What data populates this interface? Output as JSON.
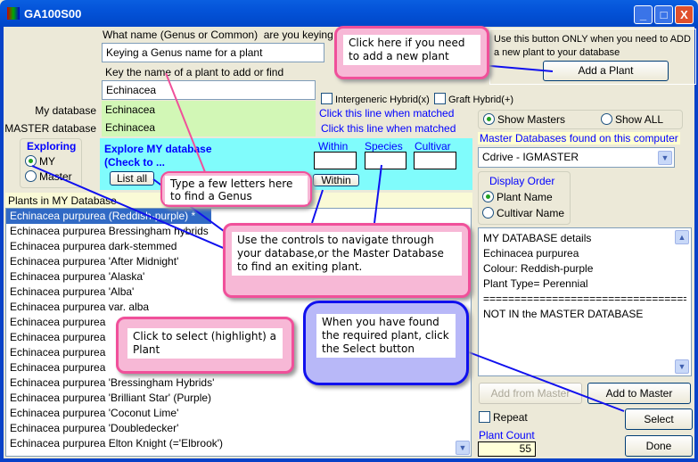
{
  "window": {
    "title": "GA100S00",
    "minimize": "_",
    "maximize": "□",
    "close": "X"
  },
  "search": {
    "prompt_label": "What name (Genus or Common)  are you keying",
    "prompt_value": "Keying a Genus name for a plant",
    "key_label": "Key the name of a plant to add or find",
    "key_value": "Echinacea"
  },
  "matches": {
    "my_label": "My database",
    "my_value": "Echinacea",
    "master_label": "MASTER database",
    "master_value": "Echinacea"
  },
  "hybrid": {
    "intergeneric": "Intergeneric Hybrid(x)",
    "graft": "Graft Hybrid(+)",
    "click_line_1": "Click this line when matched",
    "click_line_2": "Click this line when matched"
  },
  "exploring": {
    "title": "Exploring",
    "options": [
      "MY",
      "Master"
    ],
    "selected": "MY"
  },
  "explore_panel": {
    "heading_1": "Explore MY database",
    "heading_2": "(Check to ...",
    "list_all": "List all",
    "within_label": "Within",
    "species_label": "Species",
    "cultivar_label": "Cultivar",
    "within_button": "Within"
  },
  "add_plant": {
    "note": "Use this button ONLY when you need to ADD a new plant to your database",
    "button": "Add a Plant"
  },
  "show": {
    "options": [
      "Show Masters",
      "Show ALL"
    ],
    "selected": "Show Masters"
  },
  "master_db": {
    "label": "Master Databases found on this computer",
    "selected": "Cdrive - IGMASTER"
  },
  "display_order": {
    "title": "Display Order",
    "options": [
      "Plant Name",
      "Cultivar Name"
    ],
    "selected": "Plant Name"
  },
  "list": {
    "header": "Plants in MY Database",
    "items": [
      "Echinacea purpurea (Reddish-purple) *",
      "Echinacea purpurea Bressingham hybrids",
      "Echinacea purpurea dark-stemmed",
      "Echinacea purpurea 'After Midnight'",
      "Echinacea purpurea 'Alaska'",
      "Echinacea purpurea 'Alba'",
      "Echinacea purpurea var. alba",
      "Echinacea purpurea",
      "Echinacea purpurea",
      "Echinacea purpurea",
      "Echinacea purpurea",
      "Echinacea purpurea 'Bressingham Hybrids'",
      "Echinacea purpurea 'Brilliant Star' (Purple)",
      "Echinacea purpurea 'Coconut Lime'",
      "Echinacea purpurea 'Doubledecker'",
      "Echinacea purpurea Elton Knight (='Elbrook')"
    ]
  },
  "details": {
    "lines": [
      "MY DATABASE details",
      "Echinacea purpurea",
      "Colour: Reddish-purple",
      "Plant Type= Perennial",
      "==================================",
      "NOT IN the MASTER DATABASE"
    ]
  },
  "actions": {
    "add_from_master": "Add from Master",
    "add_to_master": "Add to Master",
    "select": "Select",
    "done": "Done",
    "repeat": "Repeat",
    "plant_count_label": "Plant Count",
    "plant_count": "55"
  },
  "callouts": {
    "add": "Click here if you need to add a new plant",
    "type": "Type a few letters here to find a Genus",
    "navigate": "Use the controls to navigate through your database,or the Master Database to find an exiting plant.",
    "select_plant": "Click to select (highlight) a Plant",
    "found": "When you have found the required plant, click the Select button"
  }
}
